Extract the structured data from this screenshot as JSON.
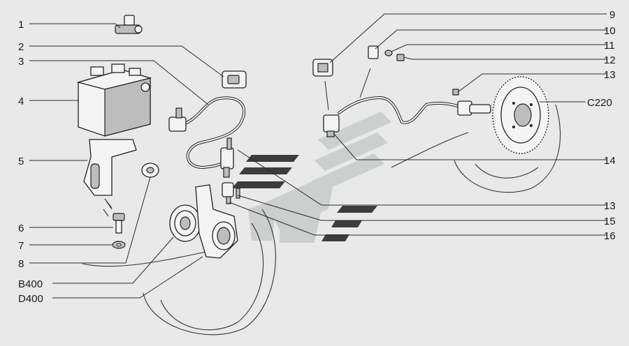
{
  "callouts": {
    "c1": "1",
    "c2": "2",
    "c3": "3",
    "c4": "4",
    "c5": "5",
    "c6": "6",
    "c7": "7",
    "c8": "8",
    "cb400": "B400",
    "cd400": "D400",
    "c9": "9",
    "c10": "10",
    "c11": "11",
    "c12": "12",
    "c13a": "13",
    "cc220": "C220",
    "c14": "14",
    "c13b": "13",
    "c15": "15",
    "c16": "16"
  },
  "colors": {
    "background": "#e9e9e9",
    "ink": "#222222",
    "watermark": "#c6cbc9",
    "marker": "#3c3c3c"
  }
}
